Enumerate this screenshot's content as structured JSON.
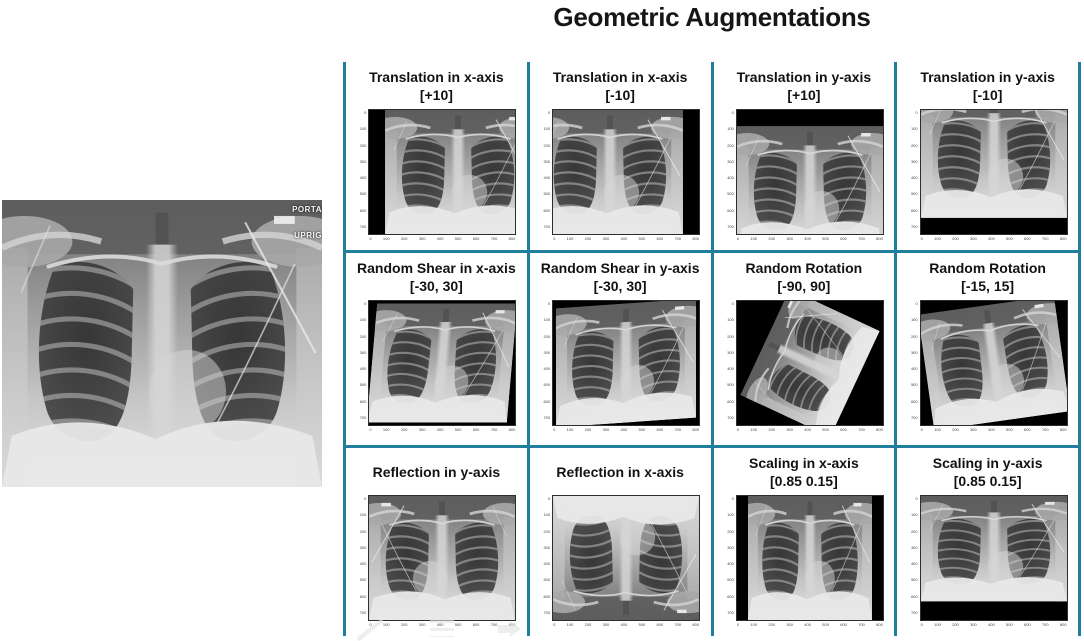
{
  "title": "Geometric Augmentations",
  "colors": {
    "divider_teal": "#1f7f9c",
    "label_text": "#121212",
    "background": "#ffffff"
  },
  "original_image": {
    "annotations": [
      "PORTA",
      "UPRIG"
    ]
  },
  "mini_axes": {
    "y_ticks": [
      "0",
      "100",
      "200",
      "300",
      "400",
      "500",
      "600",
      "700"
    ],
    "x_ticks": [
      "0",
      "100",
      "200",
      "300",
      "400",
      "500",
      "600",
      "700",
      "800"
    ]
  },
  "augmentations": [
    {
      "label_line1": "Translation in x-axis",
      "label_line2": "[+10]",
      "augmentation": "translate-x-pos"
    },
    {
      "label_line1": "Translation in x-axis",
      "label_line2": "[-10]",
      "augmentation": "translate-x-neg"
    },
    {
      "label_line1": "Translation in y-axis",
      "label_line2": "[+10]",
      "augmentation": "translate-y-pos"
    },
    {
      "label_line1": "Translation in y-axis",
      "label_line2": "[-10]",
      "augmentation": "translate-y-neg"
    },
    {
      "label_line1": "Random Shear in x-axis",
      "label_line2": "[-30, 30]",
      "augmentation": "shear-x"
    },
    {
      "label_line1": "Random Shear in y-axis",
      "label_line2": "[-30, 30]",
      "augmentation": "shear-y"
    },
    {
      "label_line1": "Random Rotation",
      "label_line2": "[-90, 90]",
      "augmentation": "rotate-wide"
    },
    {
      "label_line1": "Random Rotation",
      "label_line2": "[-15, 15]",
      "augmentation": "rotate-narrow"
    },
    {
      "label_line1": "Reflection in y-axis",
      "label_line2": "",
      "augmentation": "reflect-y"
    },
    {
      "label_line1": "Reflection in x-axis",
      "label_line2": "",
      "augmentation": "reflect-x"
    },
    {
      "label_line1": "Scaling in x-axis",
      "label_line2": "[0.85 0.15]",
      "augmentation": "scale-x"
    },
    {
      "label_line1": "Scaling in y-axis",
      "label_line2": "[0.85 0.15]",
      "augmentation": "scale-y"
    }
  ],
  "watermark_icons": [
    "pencil-icon",
    "list-icon",
    "arrow-icon"
  ]
}
